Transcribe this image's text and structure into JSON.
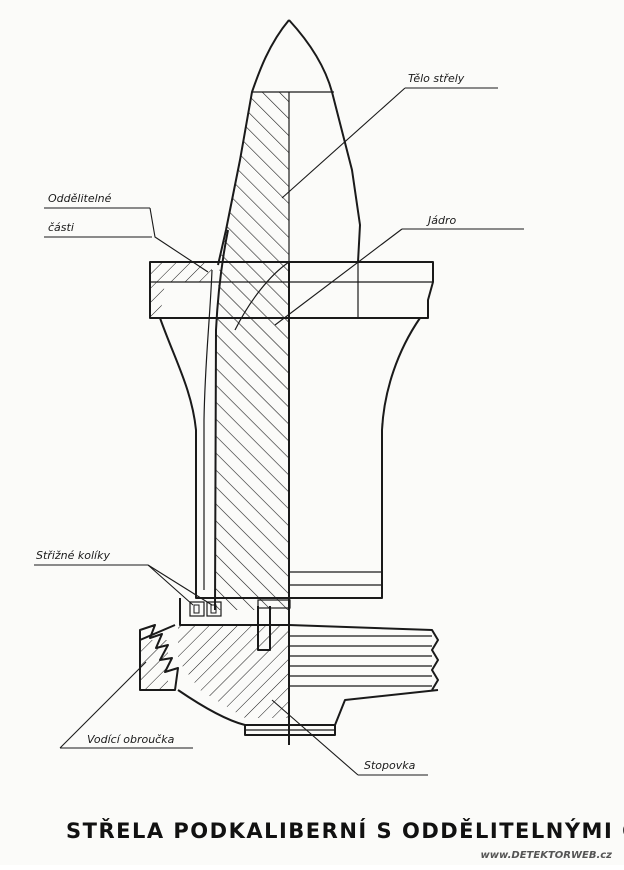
{
  "diagram": {
    "labels": {
      "telo_strely": "Tělo střely",
      "oddelitelne_line1": "Oddělitelné",
      "oddelitelne_line2": "části",
      "jadro": "Jádro",
      "strizne_koliky": "Střižné kolíky",
      "vodici_obroucka": "Vodící obroučka",
      "stopovka": "Stopovka"
    },
    "title": "STŘELA PODKALIBERNÍ S ODDĚLITELNÝMI ČÁSTMI",
    "watermark": "www.DETEKTORWEB.cz"
  }
}
